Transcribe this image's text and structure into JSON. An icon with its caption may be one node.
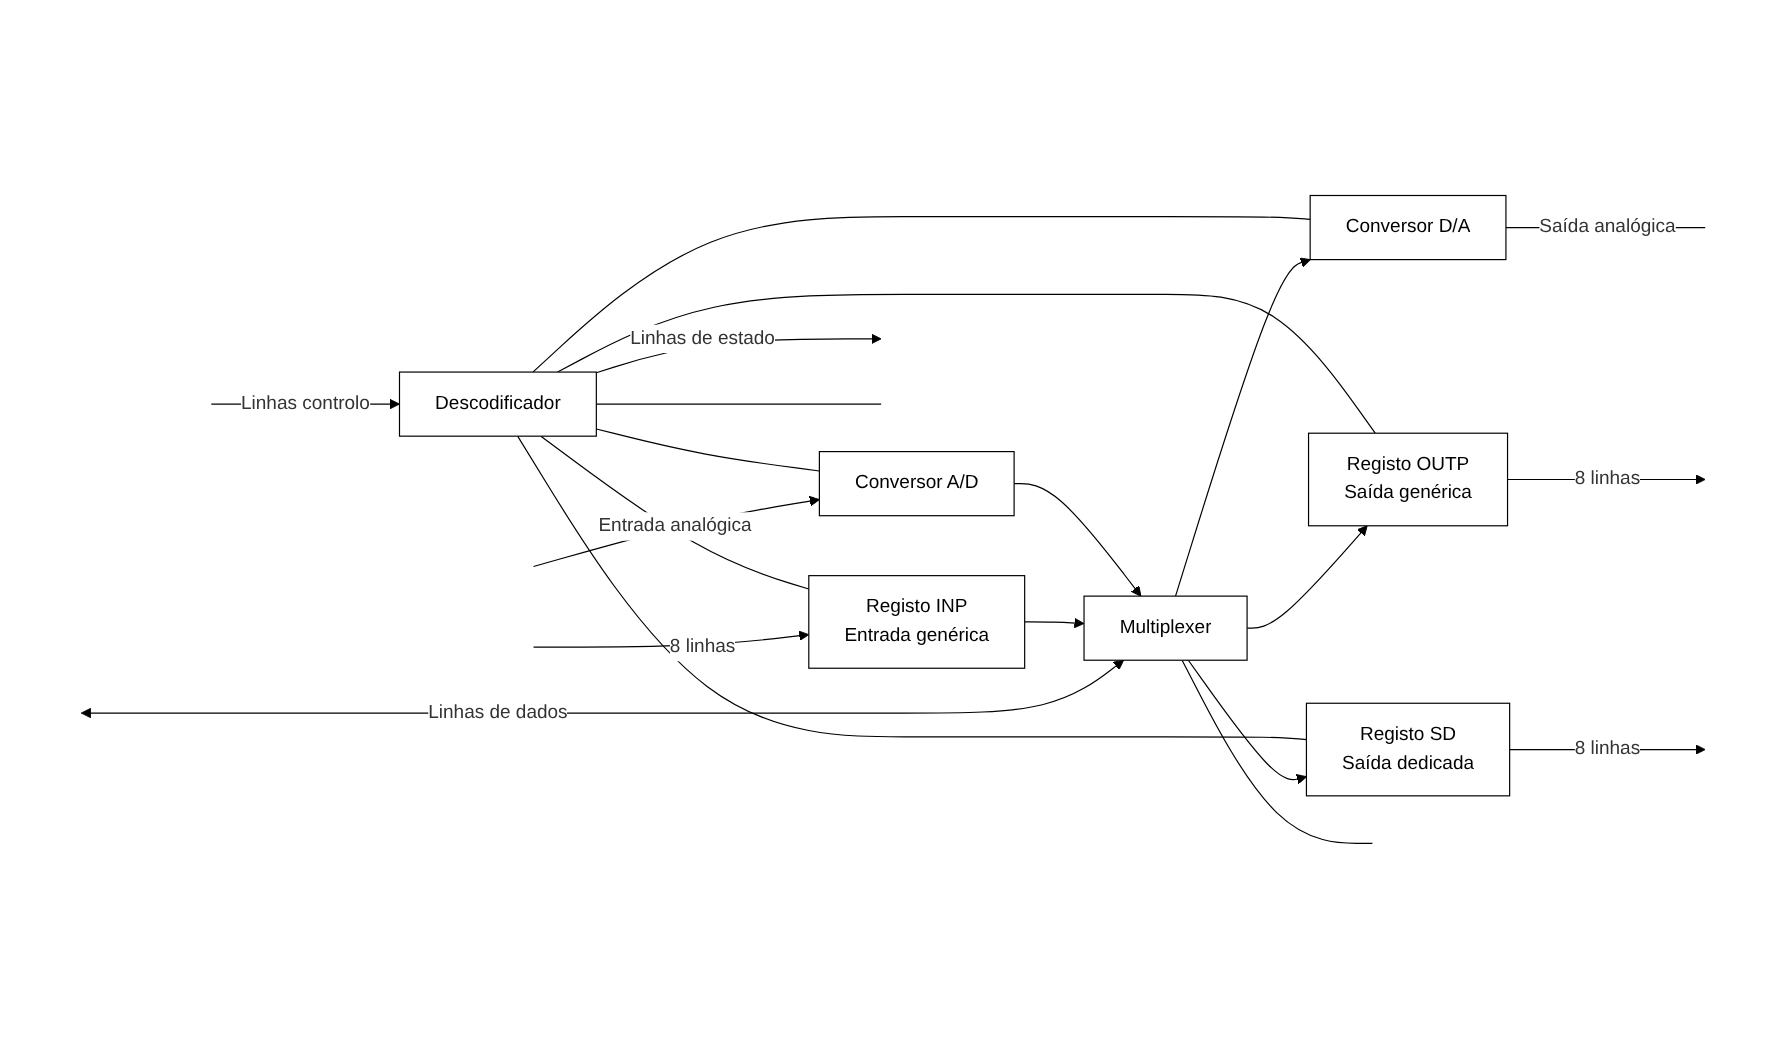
{
  "diagram": {
    "nodes": [
      {
        "text": [
          "Multiplexer"
        ]
      },
      {
        "text": [
          "Conversor D/A"
        ]
      },
      {
        "text": [
          "Registo OUTP",
          "Saída genérica"
        ]
      },
      {
        "text": [
          "Registo INP",
          "Entrada genérica"
        ]
      },
      {
        "text": [
          "Descodificador"
        ]
      },
      {
        "text": [
          "Conversor A/D"
        ]
      },
      {
        "text": [
          "Registo SD",
          "Saída dedicada"
        ]
      }
    ],
    "edges": [
      {
        "from": null,
        "to": 0,
        "arrow": "both",
        "label": "Linhas de dados"
      },
      {
        "from": 0,
        "to": 1,
        "arrow": "to"
      },
      {
        "from": 0,
        "to": 2,
        "arrow": "to"
      },
      {
        "from": 3,
        "to": 0,
        "arrow": "to"
      },
      {
        "from": 5,
        "to": 0,
        "arrow": "to"
      },
      {
        "from": 0,
        "to": 6,
        "arrow": "to"
      },
      {
        "from": 1,
        "to": null,
        "arrow": "none",
        "label": "Saída analógica"
      },
      {
        "from": 2,
        "to": null,
        "arrow": "to",
        "label": "8 linhas"
      },
      {
        "from": null,
        "to": 3,
        "arrow": "to",
        "label": "8 linhas"
      },
      {
        "from": null,
        "to": 5,
        "arrow": "to",
        "label": "Entrada analógica"
      },
      {
        "from": 6,
        "to": null,
        "arrow": "to",
        "label": "8 linhas"
      },
      {
        "from": null,
        "to": 4,
        "arrow": "to",
        "label": "Linhas controlo"
      },
      {
        "from": 4,
        "to": null,
        "arrow": "to",
        "label": "Linhas de estado"
      },
      {
        "from": 4,
        "to": 1,
        "arrow": "none"
      },
      {
        "from": 4,
        "to": 2,
        "arrow": "none"
      },
      {
        "from": 4,
        "to": 3,
        "arrow": "none"
      },
      {
        "from": 4,
        "to": 5,
        "arrow": "none"
      },
      {
        "from": 4,
        "to": 6,
        "arrow": "none"
      },
      {
        "from": 4,
        "to": null,
        "arrow": "none"
      },
      {
        "from": 0,
        "to": null,
        "arrow": "none"
      }
    ]
  }
}
